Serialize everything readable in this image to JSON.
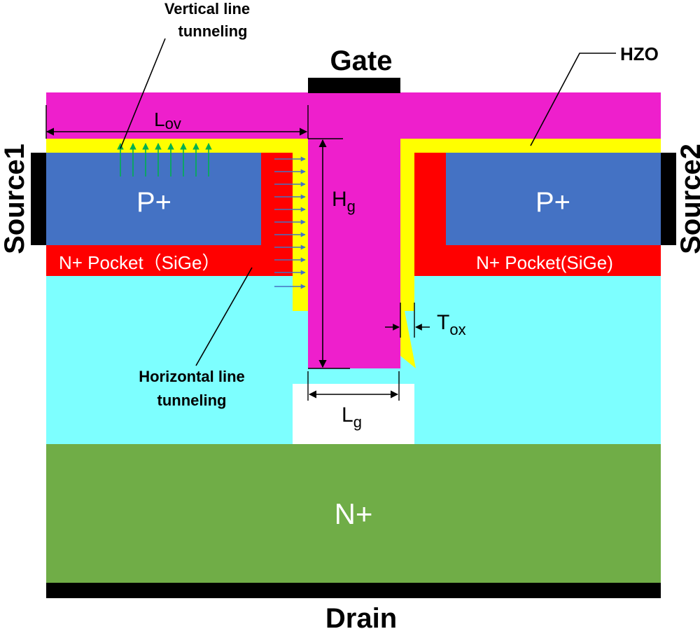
{
  "labels": {
    "gate": "Gate",
    "drain": "Drain",
    "source1": "Source1",
    "source2": "Source2",
    "hzo": "HZO",
    "vertical_tunneling_line1": "Vertical line",
    "vertical_tunneling_line2": "tunneling",
    "horizontal_tunneling_line1": "Horizontal line",
    "horizontal_tunneling_line2": "tunneling",
    "p_plus_left": "P+",
    "p_plus_right": "P+",
    "n_pocket_left": "N+ Pocket（SiGe）",
    "n_pocket_right": "N+ Pocket(SiGe)",
    "n_plus_drain": "N+"
  },
  "dimensions": {
    "lov": {
      "main": "L",
      "sub": "ov"
    },
    "hg": {
      "main": "H",
      "sub": "g"
    },
    "tox": {
      "main": "T",
      "sub": "ox"
    },
    "lg": {
      "main": "L",
      "sub": "g"
    }
  },
  "colors": {
    "gate_metal": "#ee1fcc",
    "hzo": "#ffff00",
    "p_plus": "#4472c4",
    "n_pocket": "#ff0000",
    "channel": "#7dffff",
    "n_plus": "#70ad47",
    "contact": "#000000",
    "vertical_arrow": "#00b050",
    "horizontal_arrow": "#4472c4"
  }
}
